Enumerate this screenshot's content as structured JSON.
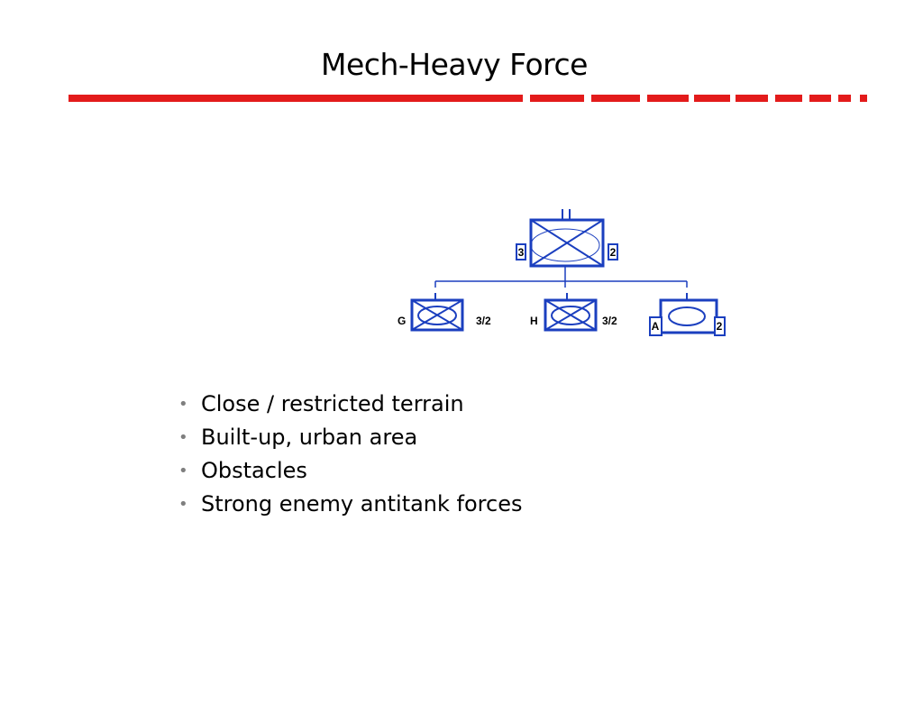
{
  "title": "Mech-Heavy Force",
  "accent_color": "#e31b1b",
  "symbol_color": "#1b3fbf",
  "diagram": {
    "top_unit": {
      "echelon": "II",
      "left_label": "3",
      "right_label": "2"
    },
    "sub_units": [
      {
        "left_label": "G",
        "right_label": "3/2",
        "type": "mech-infantry"
      },
      {
        "left_label": "H",
        "right_label": "3/2",
        "type": "mech-infantry"
      },
      {
        "left_label": "A",
        "right_label": "2",
        "type": "armor"
      }
    ]
  },
  "bullets": [
    "Close / restricted terrain",
    "Built-up, urban area",
    "Obstacles",
    "Strong enemy antitank forces"
  ]
}
